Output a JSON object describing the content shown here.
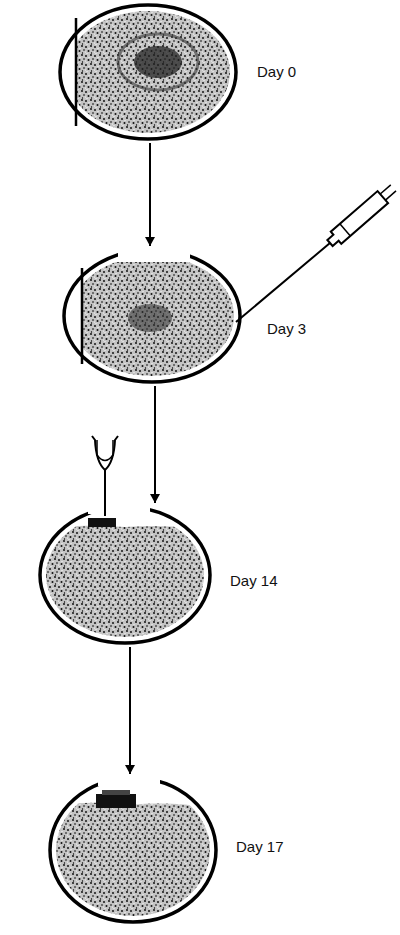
{
  "diagram": {
    "nodes": [
      {
        "text": [
          "Day 0"
        ]
      },
      {
        "text": [
          "Day 3"
        ]
      },
      {
        "text": [
          "Day 14"
        ]
      },
      {
        "text": [
          "Day 17"
        ]
      }
    ],
    "edges": [
      {
        "from": 0,
        "to": 1,
        "arrow": "to"
      },
      {
        "from": 1,
        "to": 2,
        "arrow": "to"
      },
      {
        "from": 2,
        "to": 3,
        "arrow": "to"
      }
    ]
  }
}
